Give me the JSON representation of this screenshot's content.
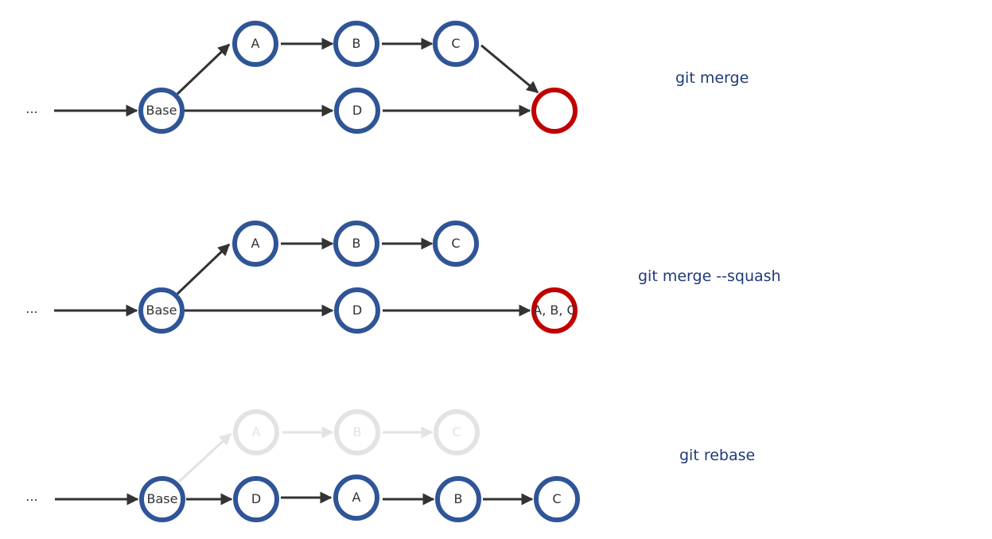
{
  "colors": {
    "commit": "#2f5597",
    "result": "#c00000",
    "ghost": "#e3e3e3",
    "arrow": "#333333",
    "title": "#1f3a78"
  },
  "sections": [
    {
      "title": "git merge",
      "ellipsis": "...",
      "nodes": {
        "base": "Base",
        "a": "A",
        "b": "B",
        "c": "C",
        "d": "D",
        "result": ""
      }
    },
    {
      "title": "git merge --squash",
      "ellipsis": "...",
      "nodes": {
        "base": "Base",
        "a": "A",
        "b": "B",
        "c": "C",
        "d": "D",
        "result": "A, B, C"
      }
    },
    {
      "title": "git rebase",
      "ellipsis": "...",
      "nodes": {
        "base": "Base",
        "ghost_a": "A",
        "ghost_b": "B",
        "ghost_c": "C",
        "d": "D",
        "a": "A",
        "b": "B",
        "c": "C"
      }
    }
  ]
}
